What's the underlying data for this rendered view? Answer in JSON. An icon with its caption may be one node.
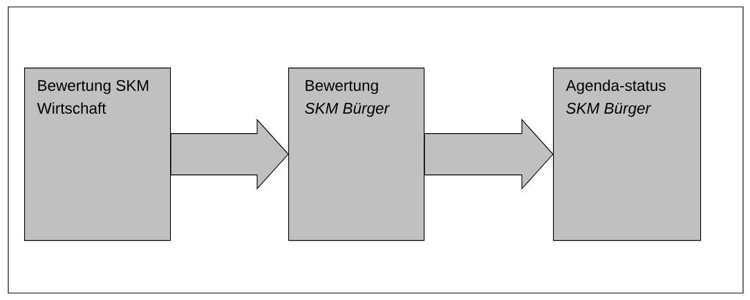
{
  "diagram": {
    "nodes": [
      {
        "text": [
          "Bewertung SKM Wirtschaft"
        ]
      },
      {
        "text": [
          "Bewertung *SKM Bürger*"
        ]
      },
      {
        "text": [
          "Agenda-status *SKM Bürger*"
        ]
      }
    ],
    "edges": [
      {
        "from": 0,
        "to": 1,
        "arrow": "to"
      },
      {
        "from": 1,
        "to": 2,
        "arrow": "to"
      }
    ]
  }
}
